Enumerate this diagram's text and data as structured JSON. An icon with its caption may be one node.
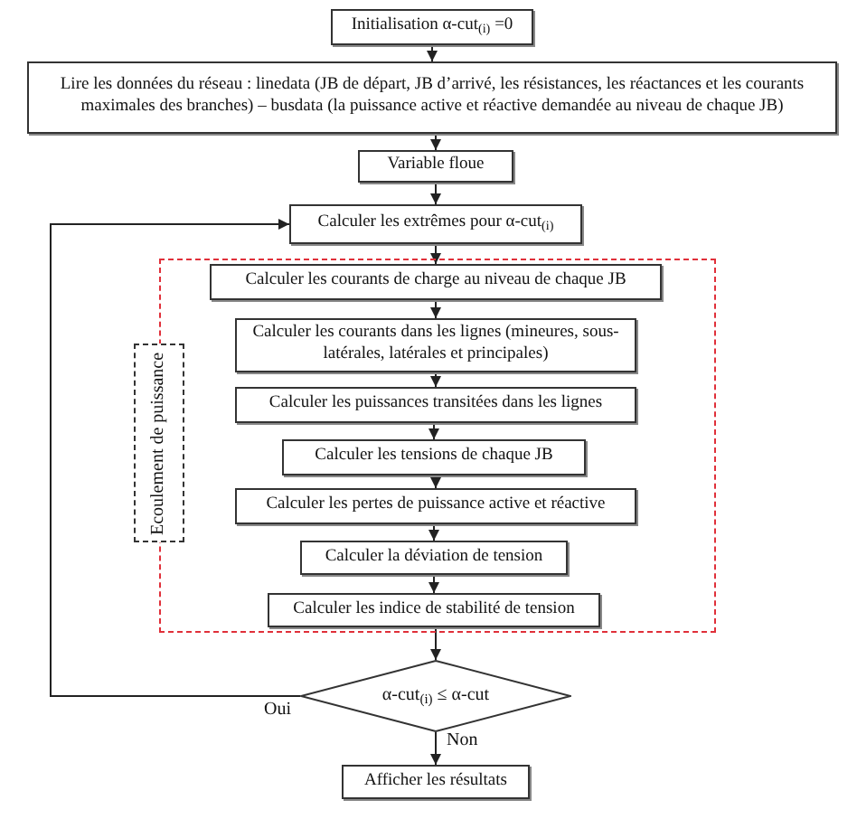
{
  "diagram": {
    "nodes": [
      {
        "text": [
          "Initialisation α-cut$_{(i)}$ =0"
        ]
      },
      {
        "text": [
          "Lire les données du réseau : linedata (JB de départ, JB d’arrivé, les résistances, les réactances et les courants maximales des branches) – busdata (la puissance active et réactive demandée au niveau de chaque JB)"
        ]
      },
      {
        "text": [
          "Variable floue"
        ]
      },
      {
        "text": [
          "Calculer les extrêmes pour α-cut$_{(i)}$"
        ]
      },
      {
        "text": [],
        "shape": "box"
      },
      {
        "text": [
          "Calculer les courants de charge au niveau de chaque JB"
        ],
        "in": 4
      },
      {
        "text": [
          "Calculer les courants dans les lignes (mineures, sous-latérales, latérales et principales)"
        ],
        "in": 4
      },
      {
        "text": [
          "Calculer les puissances transitées dans les lignes"
        ],
        "in": 4
      },
      {
        "text": [
          "Calculer les tensions de chaque JB"
        ],
        "in": 4
      },
      {
        "text": [
          "Calculer les pertes de puissance active et réactive"
        ],
        "in": 4
      },
      {
        "text": [
          "Calculer la déviation de tension"
        ],
        "in": 4
      },
      {
        "text": [
          "Calculer les indice de stabilité de tension"
        ],
        "in": 4
      },
      {
        "text": [
          "α-cut$_{(i)}$ ≤ α-cut"
        ]
      },
      {
        "text": [
          "Afficher les résultats"
        ]
      },
      {
        "text": [
          "Ecoulement de puissance"
        ]
      }
    ],
    "edges": [
      {
        "from": 0,
        "to": 1,
        "arrow": "to"
      },
      {
        "from": 1,
        "to": 2,
        "arrow": "to"
      },
      {
        "from": 2,
        "to": 3,
        "arrow": "to"
      },
      {
        "from": 3,
        "to": 5,
        "arrow": "to"
      },
      {
        "from": 5,
        "to": 6,
        "arrow": "to"
      },
      {
        "from": 6,
        "to": 7,
        "arrow": "to"
      },
      {
        "from": 7,
        "to": 8,
        "arrow": "to"
      },
      {
        "from": 8,
        "to": 9,
        "arrow": "to"
      },
      {
        "from": 9,
        "to": 10,
        "arrow": "to"
      },
      {
        "from": 10,
        "to": 11,
        "arrow": "to"
      },
      {
        "from": 11,
        "to": 12,
        "arrow": "to"
      },
      {
        "from": 12,
        "to": 13,
        "label": "Non",
        "arrow": "to"
      },
      {
        "from": 12,
        "to": 3,
        "label": "Oui",
        "arrow": "to"
      }
    ]
  }
}
